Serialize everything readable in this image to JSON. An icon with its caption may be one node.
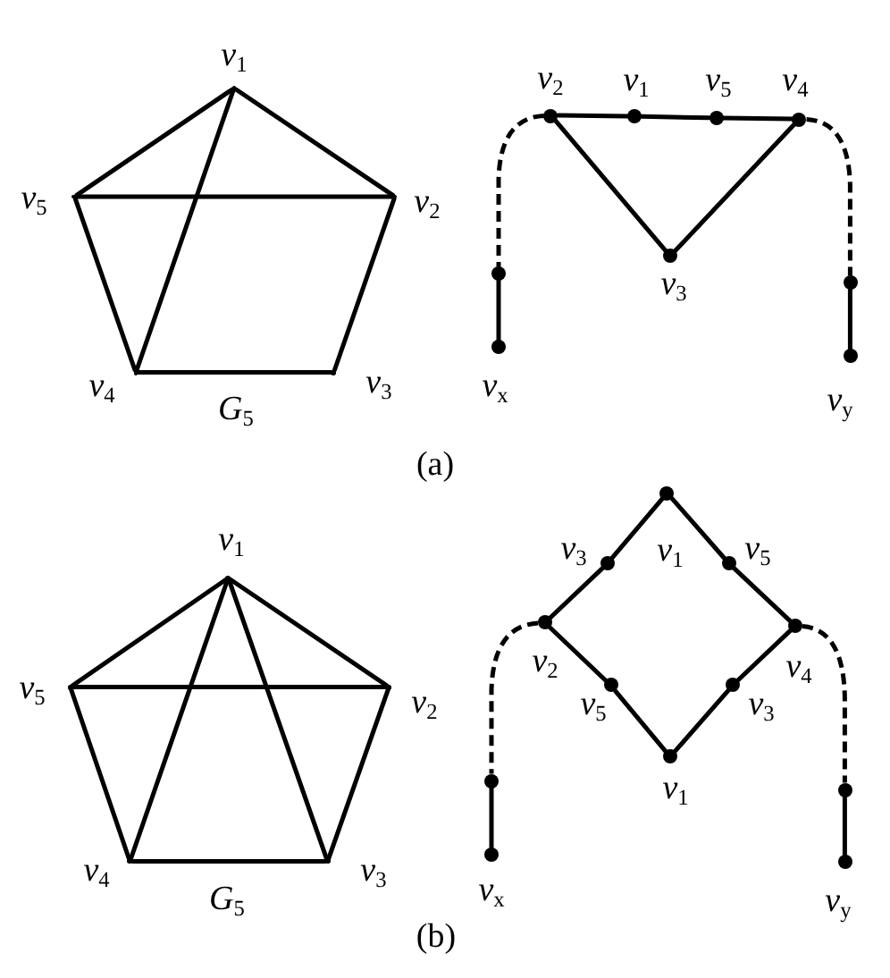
{
  "diagram": {
    "nodes": [
      {
        "text": [
          "*v*$_{1}$"
        ]
      },
      {
        "text": [
          "*v*$_{5}$"
        ]
      },
      {
        "text": [
          "*v*$_{2}$"
        ]
      },
      {
        "text": [
          "*v*$_{4}$"
        ]
      },
      {
        "text": [
          "*v*$_{3}$"
        ]
      },
      {
        "text": [
          "*v*$_{2}$"
        ]
      },
      {
        "text": [
          "*v*$_{1}$"
        ]
      },
      {
        "text": [
          "*v*$_{5}$"
        ]
      },
      {
        "text": [
          "*v*$_{4}$"
        ]
      },
      {
        "text": [
          "*v*$_{3}$"
        ]
      },
      {
        "text": [],
        "shape": "circle"
      },
      {
        "text": [
          "*v*$_{x}$"
        ]
      },
      {
        "text": [],
        "shape": "circle"
      },
      {
        "text": [
          "*v*$_{y}$"
        ]
      },
      {
        "text": [
          "*v*$_{1}$"
        ]
      },
      {
        "text": [
          "*v*$_{5}$"
        ]
      },
      {
        "text": [
          "*v*$_{2}$"
        ]
      },
      {
        "text": [
          "*v*$_{4}$"
        ]
      },
      {
        "text": [
          "*v*$_{3}$"
        ]
      },
      {
        "text": [
          "*v*$_{1}$"
        ]
      },
      {
        "text": [
          "*v*$_{3}$"
        ]
      },
      {
        "text": [
          "*v*$_{5}$"
        ]
      },
      {
        "text": [
          "*v*$_{2}$"
        ]
      },
      {
        "text": [
          "*v*$_{4}$"
        ]
      },
      {
        "text": [
          "*v*$_{5}$"
        ]
      },
      {
        "text": [
          "*v*$_{3}$"
        ]
      },
      {
        "text": [
          "*v*$_{1}$"
        ]
      },
      {
        "text": [],
        "shape": "circle"
      },
      {
        "text": [
          "*v*$_{x}$"
        ]
      },
      {
        "text": [],
        "shape": "circle"
      },
      {
        "text": [
          "*v*$_{y}$"
        ]
      }
    ],
    "edges": [
      {
        "from": 0,
        "to": 1,
        "arrow": "none"
      },
      {
        "from": 0,
        "to": 2,
        "arrow": "none"
      },
      {
        "from": 1,
        "to": 2,
        "arrow": "none"
      },
      {
        "from": 0,
        "to": 3,
        "arrow": "none"
      },
      {
        "from": 1,
        "to": 3,
        "arrow": "none"
      },
      {
        "from": 2,
        "to": 4,
        "arrow": "none"
      },
      {
        "from": 3,
        "to": 4,
        "arrow": "none"
      },
      {
        "from": 5,
        "to": 6,
        "arrow": "none"
      },
      {
        "from": 6,
        "to": 7,
        "arrow": "none"
      },
      {
        "from": 7,
        "to": 8,
        "arrow": "none"
      },
      {
        "from": 5,
        "to": 9,
        "arrow": "none"
      },
      {
        "from": 9,
        "to": 8,
        "arrow": "none"
      },
      {
        "from": 5,
        "to": 10,
        "arrow": "none",
        "style": "dashed"
      },
      {
        "from": 10,
        "to": 11,
        "arrow": "none"
      },
      {
        "from": 8,
        "to": 12,
        "arrow": "none",
        "style": "dashed"
      },
      {
        "from": 12,
        "to": 13,
        "arrow": "none"
      },
      {
        "from": 14,
        "to": 15,
        "arrow": "none"
      },
      {
        "from": 14,
        "to": 16,
        "arrow": "none"
      },
      {
        "from": 15,
        "to": 16,
        "arrow": "none"
      },
      {
        "from": 14,
        "to": 17,
        "arrow": "none"
      },
      {
        "from": 14,
        "to": 18,
        "arrow": "none"
      },
      {
        "from": 15,
        "to": 17,
        "arrow": "none"
      },
      {
        "from": 16,
        "to": 18,
        "arrow": "none"
      },
      {
        "from": 17,
        "to": 18,
        "arrow": "none"
      },
      {
        "from": 19,
        "to": 20,
        "arrow": "none"
      },
      {
        "from": 20,
        "to": 22,
        "arrow": "none"
      },
      {
        "from": 19,
        "to": 21,
        "arrow": "none"
      },
      {
        "from": 21,
        "to": 23,
        "arrow": "none"
      },
      {
        "from": 22,
        "to": 24,
        "arrow": "none"
      },
      {
        "from": 24,
        "to": 26,
        "arrow": "none"
      },
      {
        "from": 23,
        "to": 25,
        "arrow": "none"
      },
      {
        "from": 25,
        "to": 26,
        "arrow": "none"
      },
      {
        "from": 22,
        "to": 27,
        "arrow": "none",
        "style": "dashed"
      },
      {
        "from": 27,
        "to": 28,
        "arrow": "none"
      },
      {
        "from": 23,
        "to": 29,
        "arrow": "none",
        "style": "dashed"
      },
      {
        "from": 29,
        "to": 30,
        "arrow": "none"
      }
    ],
    "labels": [
      "*G*$_{5}$",
      "(a)",
      "*G*$_{5}$",
      "(b)"
    ]
  }
}
